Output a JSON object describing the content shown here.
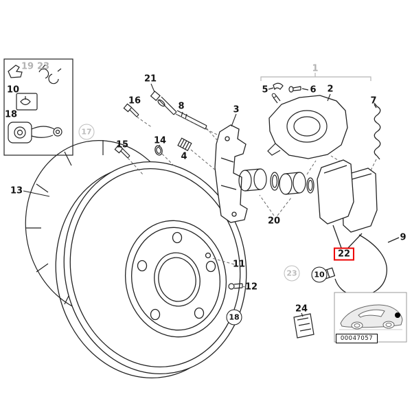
{
  "diagram": {
    "kind": "exploded-parts-diagram",
    "subject": "Rear brake disc, caliper, brake pads and wear sensor",
    "image_code": "00047057",
    "highlighted_callout": "22",
    "colors": {
      "highlight": "#ee0000",
      "line": "#222222",
      "muted": "#b5b5b5",
      "background": "#ffffff"
    },
    "callouts": {
      "c1": "1",
      "c2": "2",
      "c3": "3",
      "c4": "4",
      "c5": "5",
      "c6": "6",
      "c7": "7",
      "c8": "8",
      "c9": "9",
      "c10_box": "10",
      "c10_mid": "10",
      "c11": "11",
      "c12": "12",
      "c13": "13",
      "c14": "14",
      "c15": "15",
      "c16": "16",
      "c17": "17",
      "c18_box": "18",
      "c18_mid": "18",
      "c19": "19",
      "c20": "20",
      "c21": "21",
      "c22": "22",
      "c23_top": "23",
      "c23_mid": "23",
      "c24": "24"
    }
  }
}
